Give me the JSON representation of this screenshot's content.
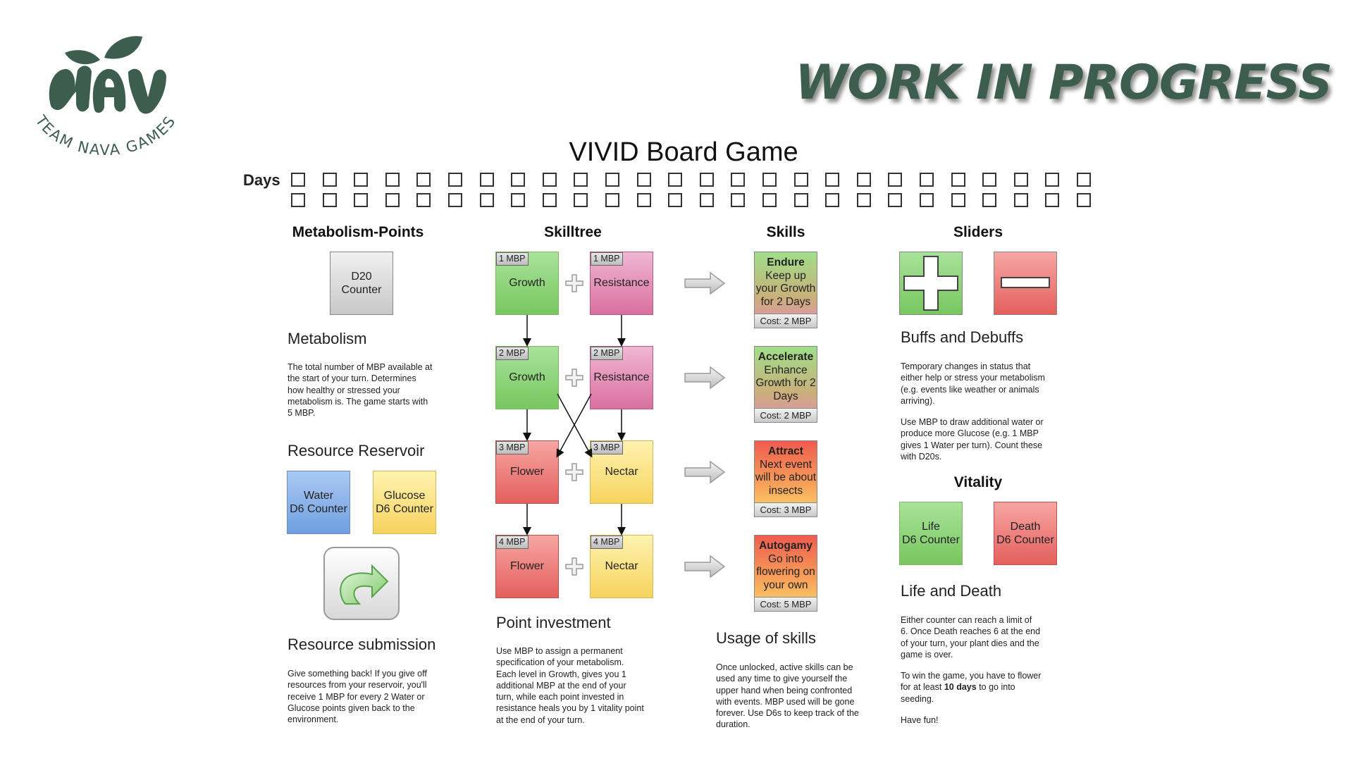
{
  "header": {
    "logo_text": "TEAM NAVA GAMES",
    "wip": "WORK IN PROGRESS",
    "title": "VIVID Board Game"
  },
  "days": {
    "label": "Days",
    "rows": 2,
    "per_row": 26
  },
  "metabolism": {
    "heading": "Metabolism-Points",
    "counter": [
      "D20",
      "Counter"
    ],
    "subheading": "Metabolism",
    "desc": "The total number of MBP available at the start of your turn. Determines how healthy or stressed your metabolism is. The game starts with 5 MBP.",
    "reservoir_heading": "Resource Reservoir",
    "water": [
      "Water",
      "D6 Counter"
    ],
    "glucose": [
      "Glucose",
      "D6 Counter"
    ],
    "submission_heading": "Resource submission",
    "submission_desc": "Give something back! If you give off resources from your reservoir, you'll receive 1 MBP for every 2 Water or Glucose points given back to the environment."
  },
  "skilltree": {
    "heading": "Skilltree",
    "rows": [
      {
        "left": {
          "mbp": "1 MBP",
          "label": "Growth"
        },
        "right": {
          "mbp": "1 MBP",
          "label": "Resistance"
        }
      },
      {
        "left": {
          "mbp": "2 MBP",
          "label": "Growth"
        },
        "right": {
          "mbp": "2 MBP",
          "label": "Resistance"
        }
      },
      {
        "left": {
          "mbp": "3 MBP",
          "label": "Flower"
        },
        "right": {
          "mbp": "3 MBP",
          "label": "Nectar"
        }
      },
      {
        "left": {
          "mbp": "4 MBP",
          "label": "Flower"
        },
        "right": {
          "mbp": "4 MBP",
          "label": "Nectar"
        }
      }
    ],
    "subheading": "Point investment",
    "desc": "Use MBP to assign a permanent specification of your metabolism. Each level in Growth, gives you 1 additional MBP at the end of your turn, while each point invested in resistance heals you by 1 vitality point at the end of your turn."
  },
  "skills": {
    "heading": "Skills",
    "items": [
      {
        "name": "Endure",
        "text": "Keep up your Growth for 2 Days",
        "cost": "Cost: 2 MBP"
      },
      {
        "name": "Accelerate",
        "text": "Enhance Growth for 2 Days",
        "cost": "Cost: 2 MBP"
      },
      {
        "name": "Attract",
        "text": "Next event will be about insects",
        "cost": "Cost: 3 MBP"
      },
      {
        "name": "Autogamy",
        "text": "Go into flowering on your own",
        "cost": "Cost: 5 MBP"
      }
    ],
    "subheading": "Usage of skills",
    "desc": "Once unlocked, active skills can be used any time to give yourself the upper hand when being confronted with events. MBP used will be gone forever. Use D6s to keep track of the duration."
  },
  "sliders": {
    "heading": "Sliders",
    "subheading": "Buffs and Debuffs",
    "desc1": "Temporary changes in status that either help or stress your metabolism (e.g. events like weather or animals arriving).",
    "desc2": "Use MBP to draw additional water or produce more Glucose (e.g. 1 MBP gives 1 Water per turn). Count these with D20s.",
    "vitality_heading": "Vitality",
    "life": [
      "Life",
      "D6 Counter"
    ],
    "death": [
      "Death",
      "D6 Counter"
    ],
    "life_death_heading": "Life and Death",
    "ld_desc1": "Either counter can reach a limit of 6. Once Death reaches 6 at the end of your turn, your plant dies and the game is over.",
    "ld_desc2_a": "To win the game, you have to flower for at least ",
    "ld_desc2_b": "10 days",
    "ld_desc2_c": " to go into seeding.",
    "ld_desc3": "Have fun!"
  },
  "colors": {
    "brand": "#3d5e4f",
    "green": "#82b366",
    "pink": "#d9709f",
    "red": "#e45f5c",
    "yellow": "#f6d35e",
    "blue": "#6f9fe0"
  }
}
